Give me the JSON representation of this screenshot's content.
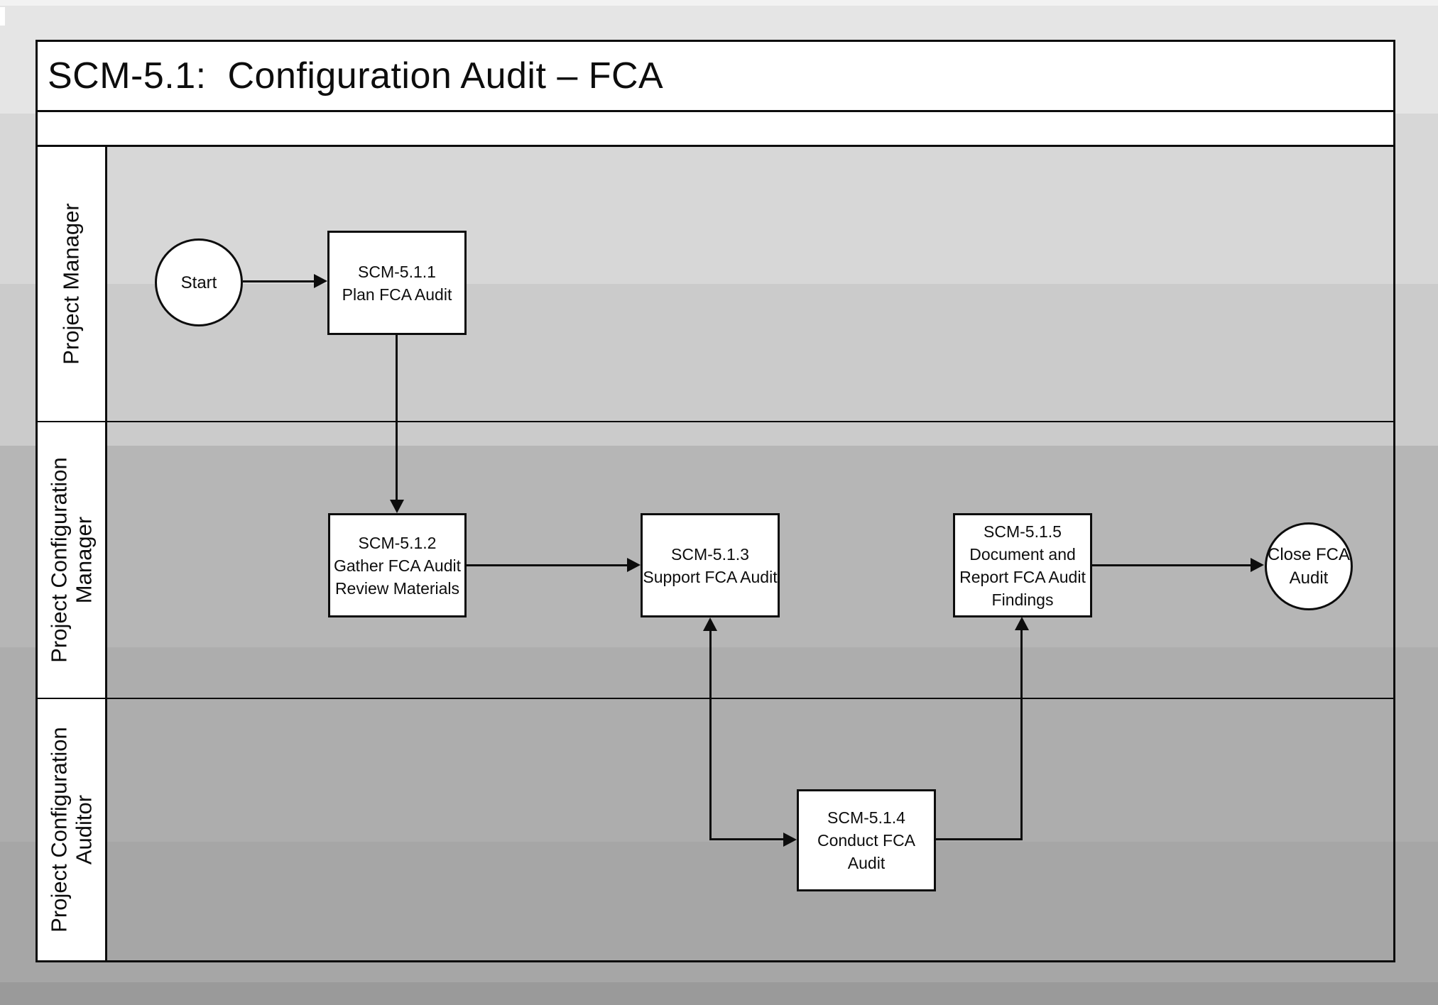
{
  "title": "SCM-5.1:  Configuration Audit – FCA",
  "lanes": [
    {
      "label": "Project Manager"
    },
    {
      "label": "Project Configuration Manager"
    },
    {
      "label": "Project Configuration Auditor"
    }
  ],
  "nodes": {
    "start": {
      "lines": [
        "Start"
      ]
    },
    "plan": {
      "lines": [
        "SCM-5.1.1",
        "Plan FCA Audit"
      ]
    },
    "gather": {
      "lines": [
        "SCM-5.1.2",
        "Gather FCA Audit",
        "Review Materials"
      ]
    },
    "support": {
      "lines": [
        "SCM-5.1.3",
        "Support FCA Audit"
      ]
    },
    "conduct": {
      "lines": [
        "SCM-5.1.4",
        "Conduct FCA",
        "Audit"
      ]
    },
    "document": {
      "lines": [
        "SCM-5.1.5",
        "Document and",
        "Report FCA Audit",
        "Findings"
      ]
    },
    "close": {
      "lines": [
        "Close FCA",
        "Audit"
      ]
    }
  },
  "colors": {
    "line": "#0d0d0d",
    "shape_fill": "#ffffff",
    "lane_header_fill": "#ffffff",
    "background_bands": [
      "#e5e5e5",
      "#d7d7d7",
      "#cbcbcb",
      "#b6b6b6",
      "#adadad",
      "#a6a6a6",
      "#9a9a9a"
    ]
  }
}
